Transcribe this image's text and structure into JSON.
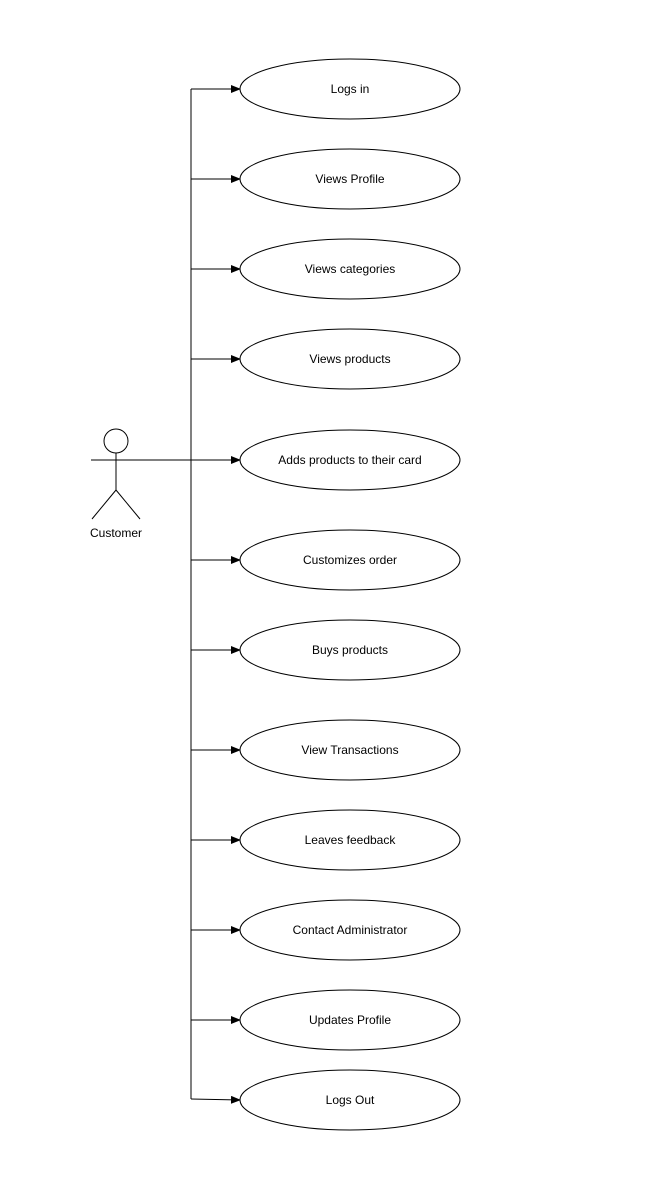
{
  "actor": {
    "label": "Customer"
  },
  "use_cases": [
    {
      "label": "Logs in"
    },
    {
      "label": "Views Profile"
    },
    {
      "label": "Views categories"
    },
    {
      "label": "Views products"
    },
    {
      "label": "Adds products to their card"
    },
    {
      "label": "Customizes order"
    },
    {
      "label": "Buys products"
    },
    {
      "label": "View Transactions"
    },
    {
      "label": "Leaves feedback"
    },
    {
      "label": "Contact Administrator"
    },
    {
      "label": "Updates Profile"
    },
    {
      "label": "Logs Out"
    }
  ]
}
